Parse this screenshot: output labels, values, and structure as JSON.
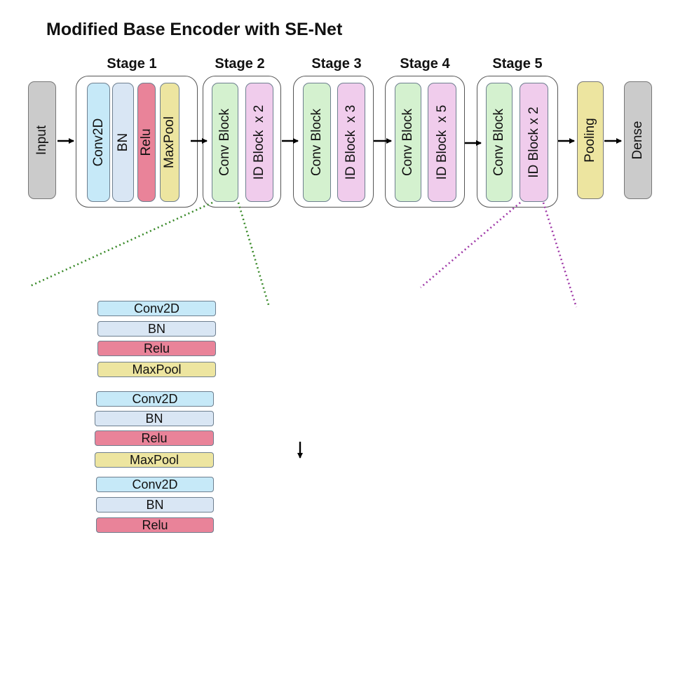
{
  "title": "Modified Base Encoder with SE-Net",
  "stages": [
    "Stage 1",
    "Stage 2",
    "Stage 3",
    "Stage 4",
    "Stage 5"
  ],
  "input_label": "Input",
  "stage1_layers": [
    "Conv2D",
    "BN",
    "Relu",
    "MaxPool"
  ],
  "conv_block": "Conv Block",
  "id_blocks": [
    "ID Block  x 2",
    "ID Block  x 3",
    "ID Block  x 5",
    "ID Block x 2"
  ],
  "pooling_label": "Pooling",
  "dense_label": "Dense",
  "detail_stack": [
    "Conv2D",
    "BN",
    "Relu",
    "MaxPool",
    "Conv2D",
    "BN",
    "Relu",
    "MaxPool",
    "Conv2D",
    "BN",
    "Relu"
  ],
  "colors": {
    "conv2d": "#c6e9f8",
    "bn": "#d9e6f4",
    "relu": "#e98399",
    "maxpool": "#ede5a0",
    "conv_block": "#d4f1cf",
    "id_block": "#f0ccec",
    "io": "#cbcbcb",
    "zoom_green": "#3a8a2a",
    "zoom_purple": "#a03aa8"
  }
}
